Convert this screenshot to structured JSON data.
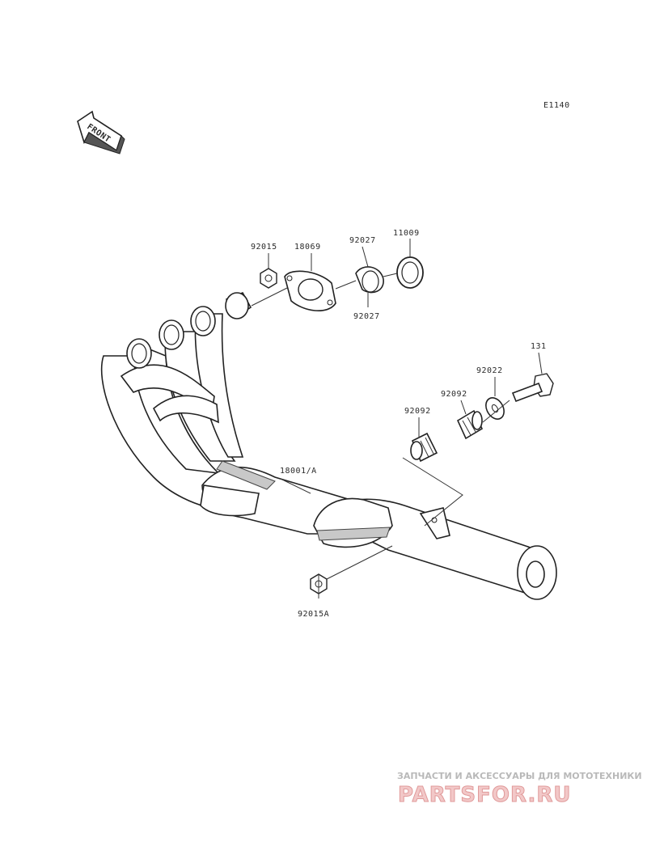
{
  "diagram": {
    "code": "E1140",
    "front_label": "FRONT",
    "parts": {
      "p92015": "92015",
      "p18069": "18069",
      "p92027a": "92027",
      "p11009": "11009",
      "p92027b": "92027",
      "p131": "131",
      "p92022": "92022",
      "p92092a": "92092",
      "p92092b": "92092",
      "p18001A": "18001/A",
      "p92015A": "92015A"
    }
  },
  "watermark": {
    "tagline": "ЗАПЧАСТИ И АКСЕССУАРЫ ДЛЯ МОТОТЕХНИКИ",
    "brand": "PARTSFOR.RU"
  }
}
